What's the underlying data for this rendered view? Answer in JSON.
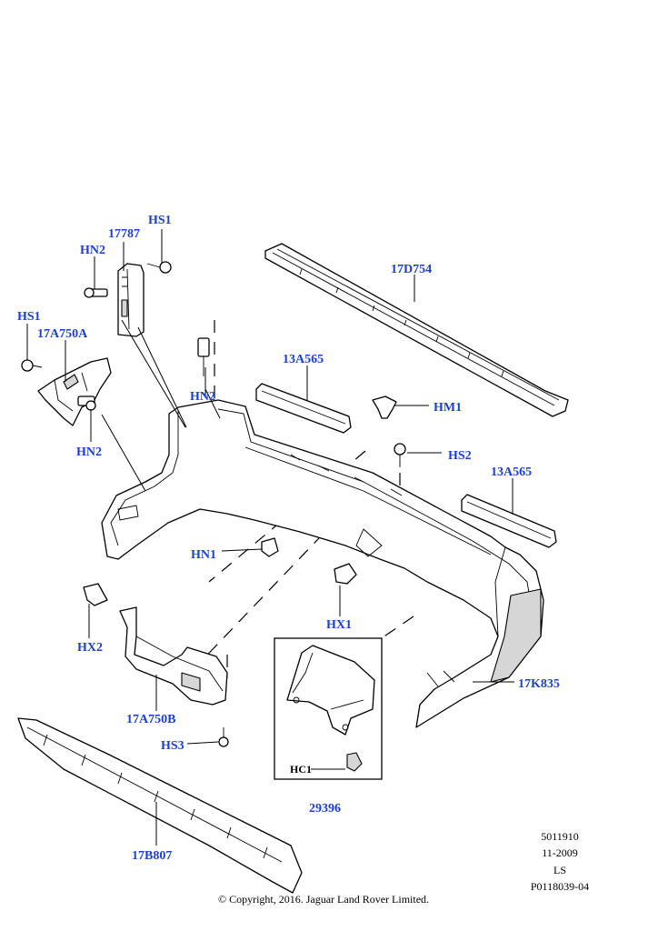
{
  "callouts": {
    "hs1_top": "HS1",
    "p17787": "17787",
    "hn2_top": "HN2",
    "hs1_left": "HS1",
    "p17a750a": "17A750A",
    "hn2_mid": "HN2",
    "hn2_left": "HN2",
    "p17d754": "17D754",
    "p13a565_a": "13A565",
    "hm1": "HM1",
    "hs2": "HS2",
    "p13a565_b": "13A565",
    "hn1": "HN1",
    "hx1": "HX1",
    "hx2": "HX2",
    "p17a750b": "17A750B",
    "hs3": "HS3",
    "hc1": "HC1",
    "p29396": "29396",
    "p17k835": "17K835",
    "p17b807": "17B807"
  },
  "label_color": "#1a3fd6",
  "meta": {
    "line1": "5011910",
    "line2": "11-2009",
    "line3": "LS",
    "line4": "P0118039-04"
  },
  "copyright": "© Copyright, 2016. Jaguar Land Rover Limited."
}
